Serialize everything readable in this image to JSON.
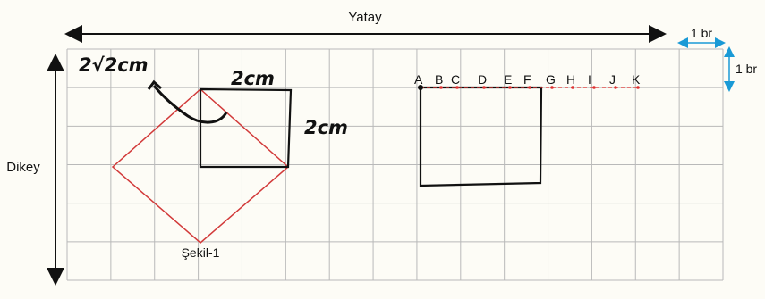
{
  "labels": {
    "horizontal": "Yatay",
    "vertical": "Dikey",
    "unit_width": "1 br",
    "unit_height": "1 br",
    "figure": "Şekil-1"
  },
  "handwriting": {
    "diagonal": "2√2cm",
    "top_side": "2cm",
    "right_side": "2cm"
  },
  "points": [
    "A",
    "B",
    "C",
    "D",
    "E",
    "F",
    "G",
    "H",
    "I",
    "J",
    "K"
  ],
  "colors": {
    "grid": "#b9b9b9",
    "square_outline": "#d23a3a",
    "hand_ink": "#111111",
    "unit_arrow": "#1a9ad6",
    "dashed_line": "#e03030"
  }
}
